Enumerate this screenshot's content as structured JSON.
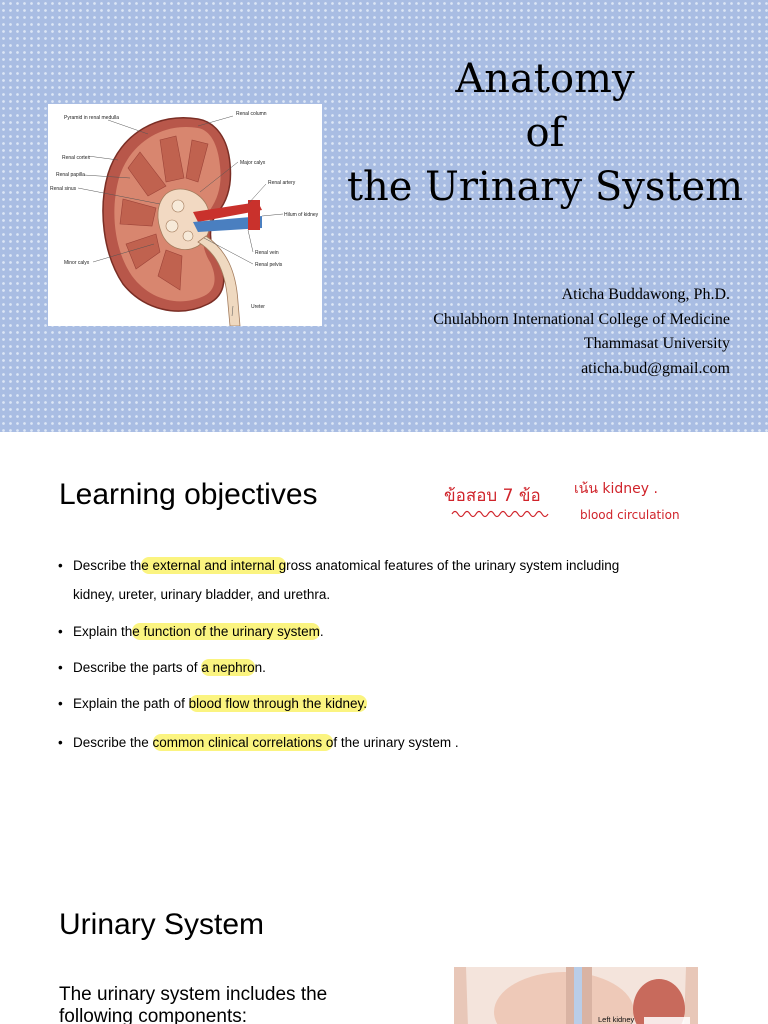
{
  "slide1": {
    "title_lines": [
      "Anatomy",
      "of",
      "the Urinary System"
    ],
    "author": {
      "name": "Aticha Buddawong, Ph.D.",
      "college": "Chulabhorn International College of Medicine",
      "university": "Thammasat University",
      "email": "aticha.bud@gmail.com"
    },
    "figure_labels": {
      "pyramid": "Pyramid in renal medulla",
      "renal_column": "Renal column",
      "renal_cortex": "Renal cortex",
      "renal_papilla": "Renal papilla",
      "renal_sinus": "Renal sinus",
      "major_calyx": "Major calyx",
      "renal_artery": "Renal artery",
      "hilum": "Hilum of kidney",
      "renal_vein": "Renal vein",
      "renal_pelvis": "Renal pelvis",
      "minor_calyx": "Minor calyx",
      "ureter": "Ureter"
    },
    "colors": {
      "background": "#a9bde3",
      "dots": "#dce6f6"
    }
  },
  "slide2": {
    "heading": "Learning objectives",
    "handwritten": {
      "note1": "ข้อสอบ 7 ข้อ",
      "note2": "เน้น kidney .",
      "note3": "blood circulation"
    },
    "bullet": "•",
    "objectives": [
      {
        "pre": "Describe th",
        "hl": "e external and internal g",
        "post": "ross anatomical features of the urinary system including",
        "line2": "kidney, ureter, urinary bladder, and urethra."
      },
      {
        "pre": "Explain th",
        "hl": "e function of the urinary system",
        "post": "."
      },
      {
        "pre": "Describe the parts of ",
        "hl": "a nephro",
        "post": "n."
      },
      {
        "pre": "Explain the path of ",
        "hl": "blood flow through the kidney.",
        "post": ""
      },
      {
        "pre": "Describe the ",
        "hl": "common clinical correlations o",
        "post": "f the urinary system ."
      }
    ],
    "colors": {
      "highlight": "#fbf480",
      "ink": "#d0242b"
    }
  },
  "slide3": {
    "heading": "Urinary System",
    "text": "The urinary system includes the following components:",
    "figure_label": "Left kidney"
  }
}
